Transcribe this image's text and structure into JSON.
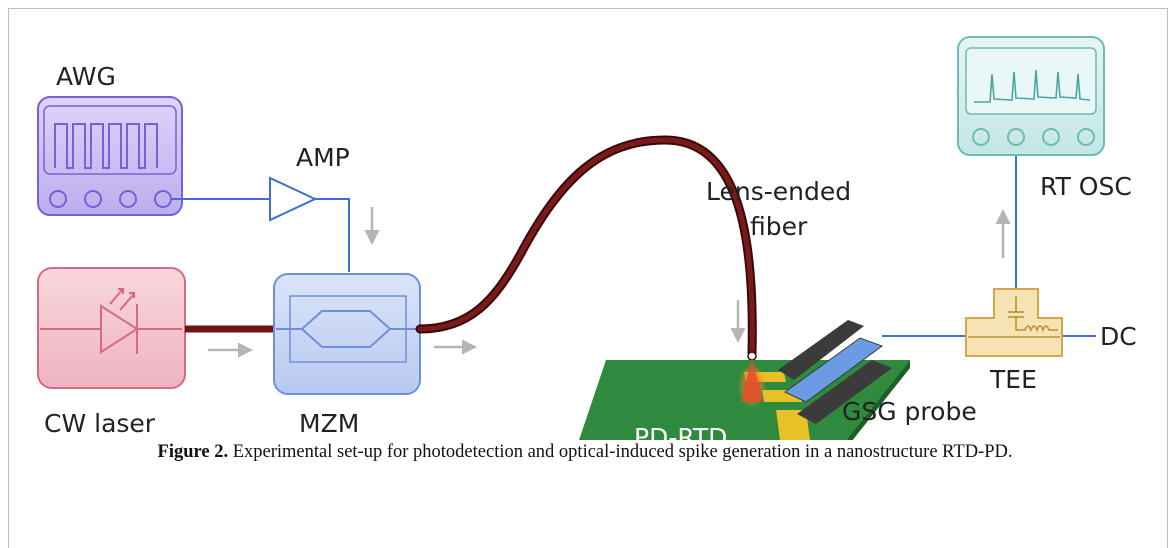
{
  "labels": {
    "awg": "AWG",
    "amp": "AMP",
    "cw_laser": "CW laser",
    "mzm": "MZM",
    "lens_fiber_line1": "Lens-ended",
    "lens_fiber_line2": "fiber",
    "pd_rtd": "PD-RTD",
    "gsg_probe": "GSG probe",
    "rt_osc": "RT OSC",
    "tee": "TEE",
    "dc": "DC"
  },
  "caption": {
    "figure_label": "Figure 2.",
    "text": " Experimental set-up for photodetection and optical-induced spike generation in a nanostructure RTD-PD."
  },
  "colors": {
    "awg_fill": "#c9bdf2",
    "awg_stroke": "#7b5fd6",
    "laser_fill": "#f3c6cf",
    "laser_stroke": "#d76a82",
    "mzm_fill": "#c9d7f5",
    "mzm_stroke": "#6f8fd8",
    "osc_fill": "#d6efee",
    "osc_stroke": "#6cbcb8",
    "tee_fill": "#f6e3b3",
    "tee_stroke": "#d2a84a",
    "fiber": "#6b1515",
    "wire": "#3f6fd1",
    "chip": "#2f8a3e",
    "chip_pad": "#e8c128",
    "probe_blue": "#6b9be3",
    "probe_dark": "#3b3b3b",
    "arrow": "#b5b5b5"
  },
  "icons": [
    "square-wave-icon",
    "laser-diode-icon",
    "mach-zehnder-icon",
    "spike-trace-icon",
    "amplifier-icon",
    "bias-tee-icon"
  ]
}
